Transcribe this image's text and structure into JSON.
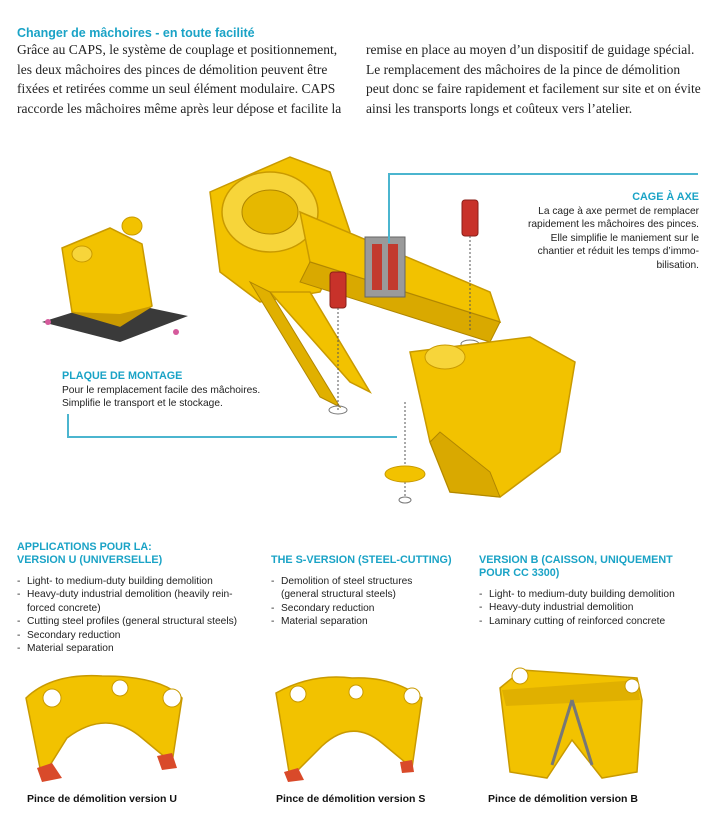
{
  "intro": {
    "heading": "Changer de mâchoires - en toute facilité",
    "col1": [
      "Grâce au CAPS, le système de couplage et positionnement,",
      "les deux mâchoires des pinces de démolition peuvent être",
      "fixées et retirées comme un seul élément modulaire. CAPS",
      "raccorde les mâchoires même après leur dépose et facilite la"
    ],
    "col2": [
      "remise en place au moyen d’un dispositif de guidage spécial.",
      "Le remplacement des mâchoires de la pince de démolition",
      "peut donc se faire rapidement et facilement sur site et on évite",
      "ainsi les transports longs et coûteux vers l’atelier."
    ]
  },
  "callouts": {
    "cage": {
      "title": "CAGE À AXE",
      "lines": [
        "La cage à axe permet de remplacer",
        "rapidement les mâchoires des pinces.",
        "Elle simplifie le maniement sur le",
        "chantier et réduit les temps d’immo-",
        "bilisation."
      ]
    },
    "plaque": {
      "title": "PLAQUE DE MONTAGE",
      "lines": [
        "Pour le remplacement facile des mâchoires.",
        "Simplifie le transport et le stockage."
      ]
    }
  },
  "applications": {
    "u": {
      "title_lines": [
        "APPLICATIONS POUR LA:",
        "VERSION U (UNIVERSELLE)"
      ],
      "items": [
        "Light- to medium-duty building demolition",
        "Heavy-duty industrial demolition (heavily rein-",
        "forced concrete)",
        "Cutting steel profiles (general structural steels)",
        "Secondary reduction",
        "Material separation"
      ]
    },
    "s": {
      "title_lines": [
        "THE S-VERSION (STEEL-CUTTING)"
      ],
      "items": [
        "Demolition of steel structures",
        "(general structural steels)",
        "Secondary reduction",
        "Material separation"
      ]
    },
    "b": {
      "title_lines": [
        "VERSION B (CAISSON, UNIQUEMENT",
        "POUR CC 3300)"
      ],
      "items": [
        "Light- to medium-duty building demolition",
        "Heavy-duty industrial demolition",
        "Laminary cutting of reinforced concrete"
      ]
    }
  },
  "captions": {
    "u": "Pince de démolition version U",
    "s": "Pince de démolition version S",
    "b": "Pince de démolition version B"
  },
  "colors": {
    "accent": "#1aa3c6",
    "machine": "#f2c200",
    "machine_dark": "#c99a00"
  }
}
